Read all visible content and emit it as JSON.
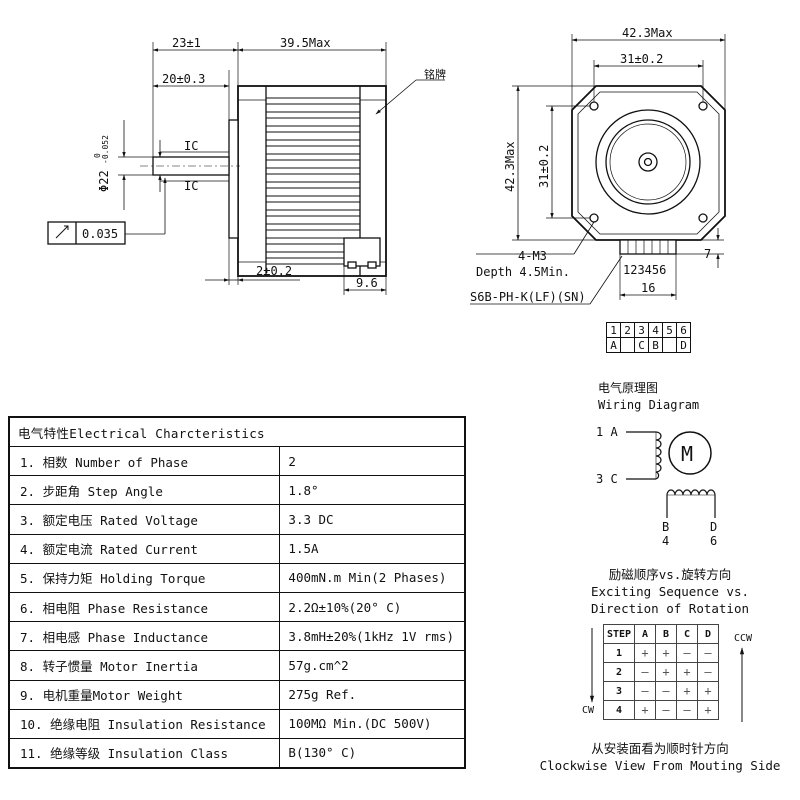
{
  "dimensions": {
    "shaft_length": "23±1",
    "body_length": "39.5Max",
    "flat_length": "20±0.3",
    "shaft_diameter": "Φ22",
    "shaft_tol_upper": "0",
    "shaft_tol_lower": "-0.052",
    "ic_top": "IC",
    "ic_bottom": "IC",
    "runout": "0.035",
    "boss_height": "2±0.2",
    "connector_offset": "9.6",
    "nameplate": "铭牌",
    "width_max": "42.3Max",
    "hole_spacing_h": "31±0.2",
    "height_max": "42.3Max",
    "hole_spacing_v": "31±0.2",
    "mount_holes": "4-M3",
    "mount_depth": "Depth 4.5Min.",
    "connector_pins": "123456",
    "connector_width": "16",
    "connector_part": "S6B-PH-K(LF)(SN)",
    "connector_height": "7"
  },
  "pin_map": {
    "pins": [
      "1",
      "2",
      "3",
      "4",
      "5",
      "6"
    ],
    "phases": [
      "A",
      "",
      "C",
      "B",
      "",
      "D"
    ]
  },
  "wiring": {
    "title_cn": "电气原理图",
    "title_en": "Wiring Diagram",
    "motor": "M",
    "label_1a": "1 A",
    "label_3c": "3 C",
    "label_b": "B",
    "label_4": "4",
    "label_d": "D",
    "label_6": "6"
  },
  "electrical": {
    "header": "电气特性Electrical Charcteristics",
    "rows": [
      {
        "label": "1. 相数 Number of Phase",
        "value": "2"
      },
      {
        "label": "2. 步距角 Step Angle",
        "value": "1.8°"
      },
      {
        "label": "3. 额定电压 Rated Voltage",
        "value": "3.3 DC"
      },
      {
        "label": "4. 额定电流 Rated Current",
        "value": "1.5A"
      },
      {
        "label": "5. 保持力矩 Holding Torque",
        "value": "400mN.m Min(2 Phases)"
      },
      {
        "label": "6. 相电阻 Phase Resistance",
        "value": "2.2Ω±10%(20° C)"
      },
      {
        "label": "7. 相电感 Phase Inductance",
        "value": "3.8mH±20%(1kHz 1V rms)"
      },
      {
        "label": "8. 转子惯量 Motor Inertia",
        "value": "57g.cm^2"
      },
      {
        "label": "9. 电机重量Motor Weight",
        "value": "275g Ref."
      },
      {
        "label": "10. 绝缘电阻 Insulation Resistance",
        "value": "100MΩ Min.(DC 500V)"
      },
      {
        "label": "11. 绝缘等级 Insulation Class",
        "value": "B(130° C)"
      }
    ]
  },
  "sequence": {
    "title_cn": "励磁顺序vs.旋转方向",
    "title_en1": "Exciting Sequence vs.",
    "title_en2": "Direction of Rotation",
    "header": [
      "STEP",
      "A",
      "B",
      "C",
      "D"
    ],
    "steps": [
      {
        "step": "1",
        "signs": [
          "+",
          "+",
          "—",
          "—"
        ]
      },
      {
        "step": "2",
        "signs": [
          "—",
          "+",
          "+",
          "—"
        ]
      },
      {
        "step": "3",
        "signs": [
          "—",
          "—",
          "+",
          "+"
        ]
      },
      {
        "step": "4",
        "signs": [
          "+",
          "—",
          "—",
          "+"
        ]
      }
    ],
    "ccw": "CCW",
    "cw": "CW",
    "footer_cn": "从安装面看为顺时针方向",
    "footer_en": "Clockwise View From Mouting Side"
  }
}
